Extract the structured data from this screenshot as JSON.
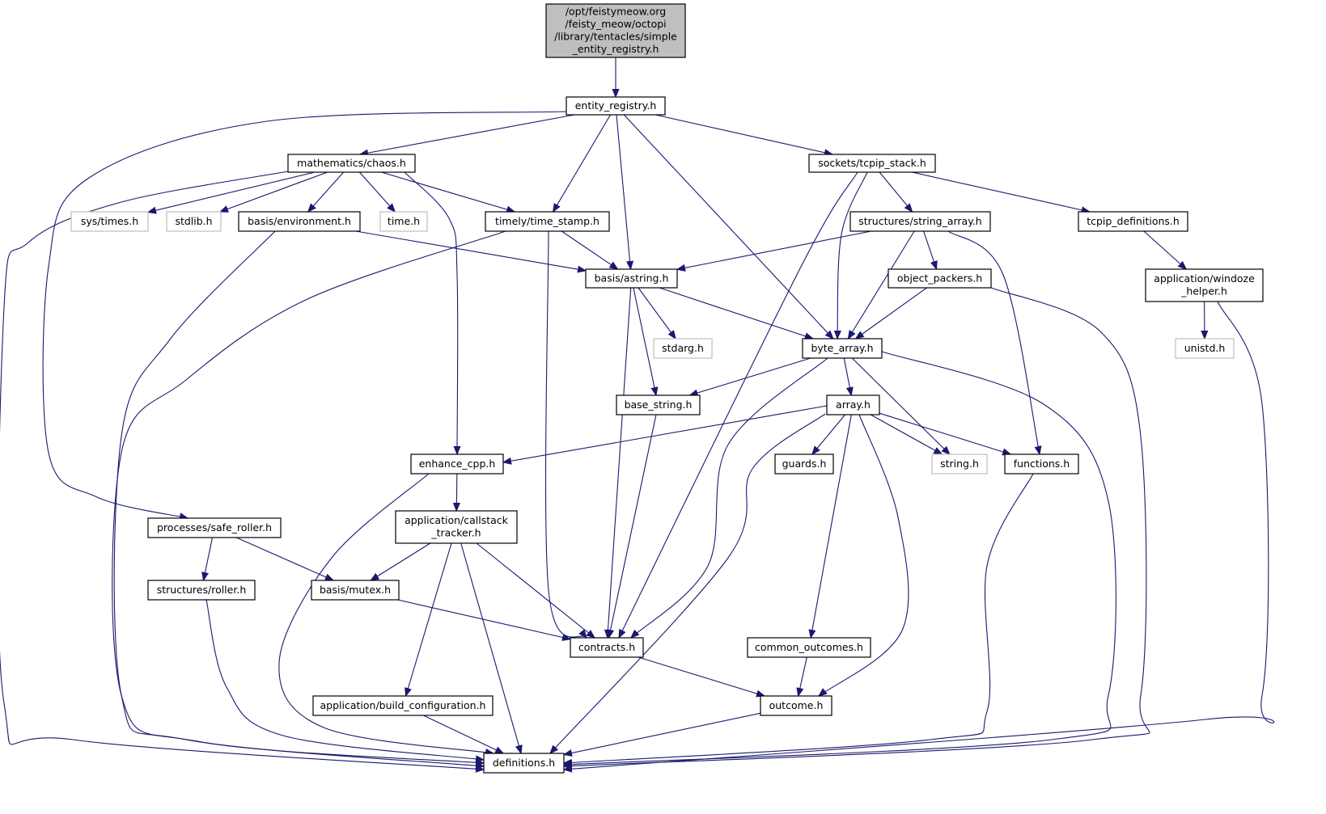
{
  "diagram": {
    "type": "include-dependency-graph",
    "edge_color": "#191970",
    "root_fill": "#bfbfbf",
    "external_border": "#bfbfbf",
    "nodes": [
      {
        "id": "root",
        "lines": [
          "/opt/feistymeow.org",
          "/feisty_meow/octopi",
          "/library/tentacles/simple",
          "_entity_registry.h"
        ],
        "kind": "root"
      },
      {
        "id": "entity_registry",
        "lines": [
          "entity_registry.h"
        ],
        "kind": "normal"
      },
      {
        "id": "chaos",
        "lines": [
          "mathematics/chaos.h"
        ],
        "kind": "normal"
      },
      {
        "id": "tcpip_stack",
        "lines": [
          "sockets/tcpip_stack.h"
        ],
        "kind": "normal"
      },
      {
        "id": "sys_times",
        "lines": [
          "sys/times.h"
        ],
        "kind": "external"
      },
      {
        "id": "stdlib",
        "lines": [
          "stdlib.h"
        ],
        "kind": "external"
      },
      {
        "id": "environment",
        "lines": [
          "basis/environment.h"
        ],
        "kind": "normal"
      },
      {
        "id": "time",
        "lines": [
          "time.h"
        ],
        "kind": "external"
      },
      {
        "id": "time_stamp",
        "lines": [
          "timely/time_stamp.h"
        ],
        "kind": "normal"
      },
      {
        "id": "string_array",
        "lines": [
          "structures/string_array.h"
        ],
        "kind": "normal"
      },
      {
        "id": "tcpip_definitions",
        "lines": [
          "tcpip_definitions.h"
        ],
        "kind": "normal"
      },
      {
        "id": "astring",
        "lines": [
          "basis/astring.h"
        ],
        "kind": "normal"
      },
      {
        "id": "object_packers",
        "lines": [
          "object_packers.h"
        ],
        "kind": "normal"
      },
      {
        "id": "windoze_helper",
        "lines": [
          "application/windoze",
          "_helper.h"
        ],
        "kind": "normal"
      },
      {
        "id": "stdarg",
        "lines": [
          "stdarg.h"
        ],
        "kind": "external"
      },
      {
        "id": "byte_array",
        "lines": [
          "byte_array.h"
        ],
        "kind": "normal"
      },
      {
        "id": "unistd",
        "lines": [
          "unistd.h"
        ],
        "kind": "external"
      },
      {
        "id": "base_string",
        "lines": [
          "base_string.h"
        ],
        "kind": "normal"
      },
      {
        "id": "array",
        "lines": [
          "array.h"
        ],
        "kind": "normal"
      },
      {
        "id": "enhance_cpp",
        "lines": [
          "enhance_cpp.h"
        ],
        "kind": "normal"
      },
      {
        "id": "guards",
        "lines": [
          "guards.h"
        ],
        "kind": "normal"
      },
      {
        "id": "string",
        "lines": [
          "string.h"
        ],
        "kind": "external"
      },
      {
        "id": "functions",
        "lines": [
          "functions.h"
        ],
        "kind": "normal"
      },
      {
        "id": "safe_roller",
        "lines": [
          "processes/safe_roller.h"
        ],
        "kind": "normal"
      },
      {
        "id": "callstack",
        "lines": [
          "application/callstack",
          "_tracker.h"
        ],
        "kind": "normal"
      },
      {
        "id": "roller",
        "lines": [
          "structures/roller.h"
        ],
        "kind": "normal"
      },
      {
        "id": "mutex",
        "lines": [
          "basis/mutex.h"
        ],
        "kind": "normal"
      },
      {
        "id": "contracts",
        "lines": [
          "contracts.h"
        ],
        "kind": "normal"
      },
      {
        "id": "common_outcomes",
        "lines": [
          "common_outcomes.h"
        ],
        "kind": "normal"
      },
      {
        "id": "build_configuration",
        "lines": [
          "application/build_configuration.h"
        ],
        "kind": "normal"
      },
      {
        "id": "outcome",
        "lines": [
          "outcome.h"
        ],
        "kind": "normal"
      },
      {
        "id": "definitions",
        "lines": [
          "definitions.h"
        ],
        "kind": "normal"
      }
    ],
    "edges": [
      [
        "root",
        "entity_registry"
      ],
      [
        "entity_registry",
        "chaos"
      ],
      [
        "entity_registry",
        "safe_roller"
      ],
      [
        "entity_registry",
        "time_stamp"
      ],
      [
        "entity_registry",
        "astring"
      ],
      [
        "entity_registry",
        "byte_array"
      ],
      [
        "entity_registry",
        "tcpip_stack"
      ],
      [
        "chaos",
        "definitions"
      ],
      [
        "chaos",
        "sys_times"
      ],
      [
        "chaos",
        "stdlib"
      ],
      [
        "chaos",
        "environment"
      ],
      [
        "chaos",
        "time"
      ],
      [
        "chaos",
        "time_stamp"
      ],
      [
        "chaos",
        "enhance_cpp"
      ],
      [
        "environment",
        "astring"
      ],
      [
        "environment",
        "definitions"
      ],
      [
        "time_stamp",
        "astring"
      ],
      [
        "time_stamp",
        "definitions"
      ],
      [
        "time_stamp",
        "contracts"
      ],
      [
        "tcpip_stack",
        "contracts"
      ],
      [
        "tcpip_stack",
        "byte_array"
      ],
      [
        "tcpip_stack",
        "string_array"
      ],
      [
        "tcpip_stack",
        "tcpip_definitions"
      ],
      [
        "string_array",
        "astring"
      ],
      [
        "string_array",
        "byte_array"
      ],
      [
        "string_array",
        "object_packers"
      ],
      [
        "string_array",
        "functions"
      ],
      [
        "tcpip_definitions",
        "windoze_helper"
      ],
      [
        "windoze_helper",
        "unistd"
      ],
      [
        "windoze_helper",
        "definitions"
      ],
      [
        "object_packers",
        "byte_array"
      ],
      [
        "object_packers",
        "definitions"
      ],
      [
        "astring",
        "byte_array"
      ],
      [
        "astring",
        "stdarg"
      ],
      [
        "astring",
        "base_string"
      ],
      [
        "astring",
        "contracts"
      ],
      [
        "byte_array",
        "base_string"
      ],
      [
        "byte_array",
        "contracts"
      ],
      [
        "byte_array",
        "array"
      ],
      [
        "byte_array",
        "string"
      ],
      [
        "byte_array",
        "definitions"
      ],
      [
        "base_string",
        "contracts"
      ],
      [
        "array",
        "enhance_cpp"
      ],
      [
        "array",
        "guards"
      ],
      [
        "array",
        "string"
      ],
      [
        "array",
        "functions"
      ],
      [
        "array",
        "definitions"
      ],
      [
        "array",
        "common_outcomes"
      ],
      [
        "array",
        "outcome"
      ],
      [
        "functions",
        "definitions"
      ],
      [
        "enhance_cpp",
        "callstack"
      ],
      [
        "enhance_cpp",
        "definitions"
      ],
      [
        "callstack",
        "mutex"
      ],
      [
        "callstack",
        "contracts"
      ],
      [
        "callstack",
        "build_configuration"
      ],
      [
        "callstack",
        "definitions"
      ],
      [
        "safe_roller",
        "roller"
      ],
      [
        "safe_roller",
        "mutex"
      ],
      [
        "roller",
        "definitions"
      ],
      [
        "mutex",
        "contracts"
      ],
      [
        "contracts",
        "outcome"
      ],
      [
        "common_outcomes",
        "outcome"
      ],
      [
        "build_configuration",
        "definitions"
      ],
      [
        "outcome",
        "definitions"
      ]
    ]
  }
}
